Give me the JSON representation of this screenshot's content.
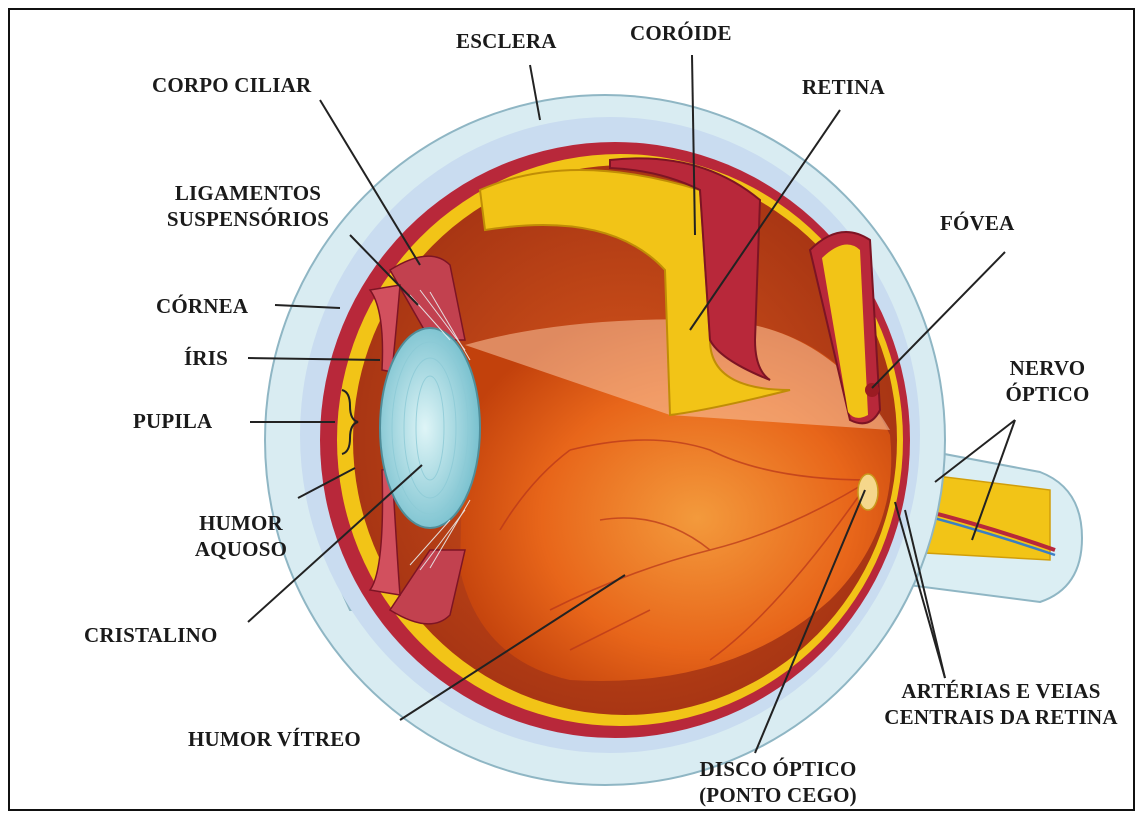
{
  "labels": {
    "esclera": "ESCLERA",
    "coroide": "CORÓIDE",
    "retina": "RETINA",
    "corpo_ciliar": "CORPO CILIAR",
    "ligamentos_1": "LIGAMENTOS",
    "ligamentos_2": "SUSPENSÓRIOS",
    "fovea": "FÓVEA",
    "cornea": "CÓRNEA",
    "iris": "ÍRIS",
    "nervo_1": "NERVO",
    "nervo_2": "ÓPTICO",
    "pupila": "PUPILA",
    "humor_aquoso_1": "HUMOR",
    "humor_aquoso_2": "AQUOSO",
    "cristalino": "CRISTALINO",
    "arterias_1": "ARTÉRIAS E VEIAS",
    "arterias_2": "CENTRAIS DA RETINA",
    "humor_vitreo": "HUMOR VÍTREO",
    "disco_1": "DISCO ÓPTICO",
    "disco_2": "(PONTO CEGO)"
  },
  "colors": {
    "sclera": "#d9ecf2",
    "aqueous": "#c3d8ef",
    "choroid": "#b8283a",
    "retina": "#f2c417",
    "vitreous": "#e8661a",
    "lens": "#a9dfe6",
    "leader": "#222222"
  }
}
